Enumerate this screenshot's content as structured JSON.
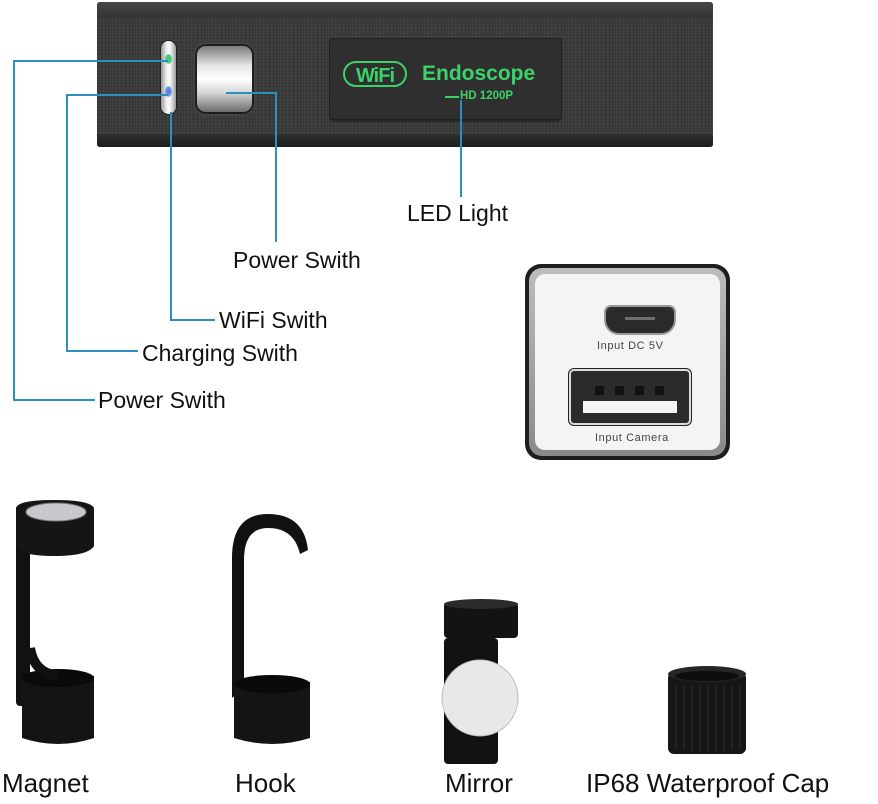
{
  "device": {
    "wifi_badge": "WiFi",
    "brand": "Endoscope",
    "model": "HD 1200P"
  },
  "callouts": {
    "led_light": "LED Light",
    "power_switch_button": "Power Swith",
    "wifi_switch": "WiFi Swith",
    "charging_switch": "Charging Swith",
    "power_switch_indicator": "Power Swith"
  },
  "ports": {
    "micro_usb_label": "Input DC 5V",
    "usb_a_label": "Input Camera"
  },
  "accessories": [
    {
      "name": "Magnet"
    },
    {
      "name": "Hook"
    },
    {
      "name": "Mirror"
    },
    {
      "name": "IP68 Waterproof Cap"
    }
  ],
  "colors": {
    "callout_line": "#2d8fbf",
    "logo_green": "#3cd26a",
    "device_body": "#2b2b2b"
  }
}
